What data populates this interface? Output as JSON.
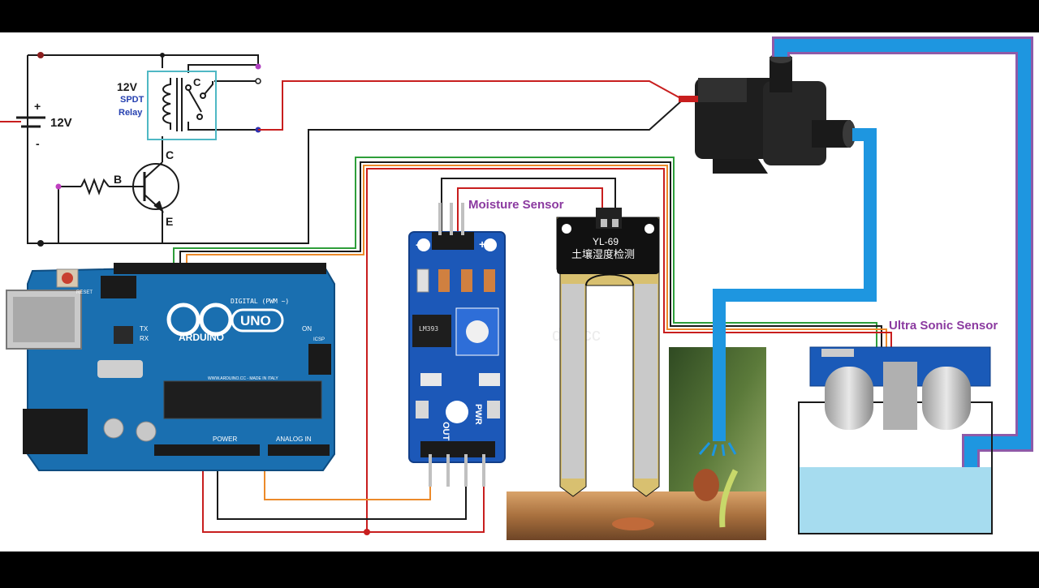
{
  "labels": {
    "battery_voltage": "12V",
    "battery_plus": "+",
    "battery_minus": "-",
    "relay_voltage": "12V",
    "relay_type_1": "SPDT",
    "relay_type_2": "Relay",
    "relay_common": "C",
    "transistor_c": "C",
    "transistor_b": "B",
    "transistor_e": "E",
    "moisture_sensor": "Moisture Sensor",
    "ultrasonic_sensor": "Ultra Sonic Sensor"
  },
  "arduino": {
    "brand": "ARDUINO",
    "model": "UNO",
    "header_digital": "DIGITAL (PWM ~)",
    "power": "POWER",
    "analog": "ANALOG IN",
    "on": "ON",
    "tx": "TX",
    "rx": "RX",
    "reset": "RESET",
    "icsp": "ICSP",
    "website": "WWW.ARDUINO.CC - MADE IN ITALY"
  },
  "sensor_module": {
    "chip": "LM393",
    "out": "OUT",
    "pwr": "PWR",
    "minus": "-",
    "plus": "+"
  },
  "probe": {
    "model": "YL-69",
    "chinese": "土壤湿度检测"
  },
  "watermark": "dre.cc",
  "colors": {
    "wire_red": "#c81e1e",
    "wire_black": "#1a1a1a",
    "wire_green": "#2e9e3a",
    "wire_orange": "#ec8a2a",
    "water_pipe": "#1e96e0",
    "pipe_outline": "#8e5aa8",
    "label_purple": "#8b3aa0",
    "relay_box": "#4fb8c4",
    "arduino_blue": "#1a6fb0",
    "sensor_blue": "#1c58b8",
    "water": "#a6dcef"
  }
}
